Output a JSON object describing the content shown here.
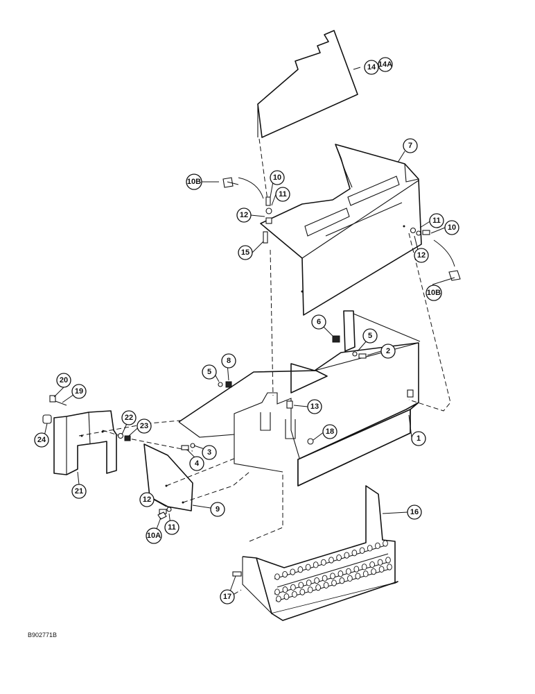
{
  "figure_id": "B902771B",
  "callouts": [
    "1",
    "2",
    "3",
    "4",
    "5",
    "5",
    "6",
    "7",
    "8",
    "9",
    "10",
    "10",
    "10A",
    "10B",
    "10B",
    "11",
    "11",
    "11",
    "12",
    "12",
    "12",
    "13",
    "14",
    "14A",
    "15",
    "16",
    "17",
    "18",
    "19",
    "20",
    "21",
    "22",
    "23",
    "24"
  ]
}
